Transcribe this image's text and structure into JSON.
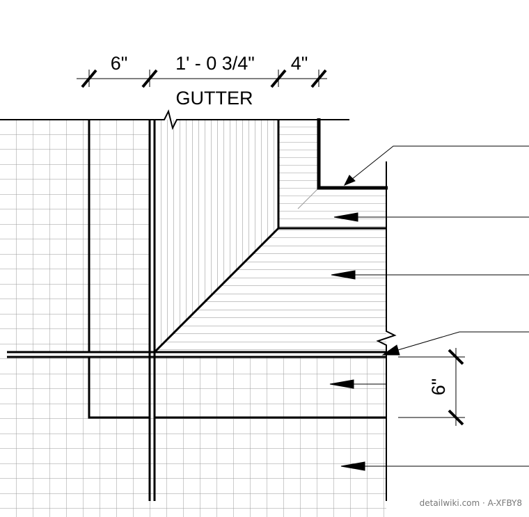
{
  "drawing": {
    "title": "GUTTER",
    "dimensions": {
      "top_left": "6\"",
      "top_middle": "1' - 0 3/4\"",
      "top_right": "4\"",
      "right_vertical": "6\""
    },
    "watermark": "detailwiki.com · A-XFBY8"
  },
  "colors": {
    "line": "#000000",
    "grid": "#9a9a9a",
    "background": "#ffffff"
  }
}
